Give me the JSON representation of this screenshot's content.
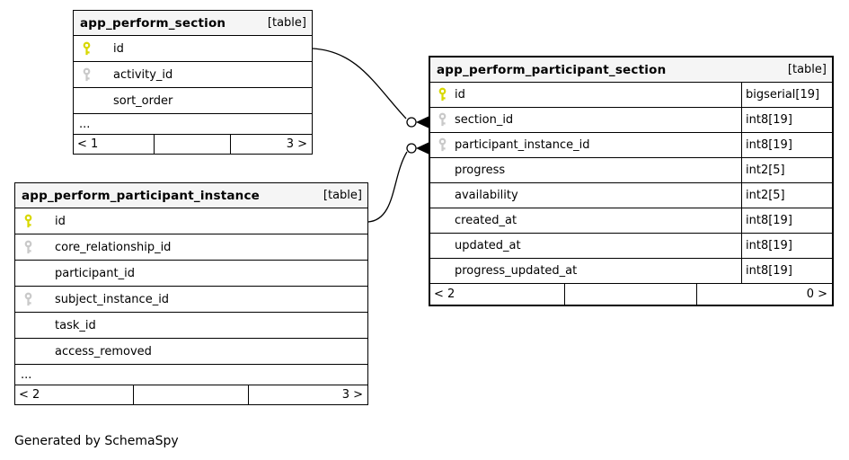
{
  "footer_note": "Generated by SchemaSpy",
  "colors": {
    "primary_key_icon": "#d8d800",
    "foreign_key_icon": "#c9c9c9",
    "header_background": "#f5f5f5",
    "border": "#000000",
    "background": "#ffffff"
  },
  "tables": [
    {
      "name": "app_perform_section",
      "tag": "[table]",
      "columns": [
        {
          "name": "id",
          "key": "primary"
        },
        {
          "name": "activity_id",
          "key": "foreign"
        },
        {
          "name": "sort_order",
          "key": "none"
        }
      ],
      "ellipsis": "...",
      "footer": {
        "left": "< 1",
        "middle": "",
        "right": "3 >"
      }
    },
    {
      "name": "app_perform_participant_instance",
      "tag": "[table]",
      "columns": [
        {
          "name": "id",
          "key": "primary"
        },
        {
          "name": "core_relationship_id",
          "key": "foreign"
        },
        {
          "name": "participant_id",
          "key": "none"
        },
        {
          "name": "subject_instance_id",
          "key": "foreign"
        },
        {
          "name": "task_id",
          "key": "none"
        },
        {
          "name": "access_removed",
          "key": "none"
        }
      ],
      "ellipsis": "...",
      "footer": {
        "left": "< 2",
        "middle": "",
        "right": "3 >"
      }
    },
    {
      "name": "app_perform_participant_section",
      "tag": "[table]",
      "columns": [
        {
          "name": "id",
          "type": "bigserial[19]",
          "key": "primary"
        },
        {
          "name": "section_id",
          "type": "int8[19]",
          "key": "foreign"
        },
        {
          "name": "participant_instance_id",
          "type": "int8[19]",
          "key": "foreign"
        },
        {
          "name": "progress",
          "type": "int2[5]",
          "key": "none"
        },
        {
          "name": "availability",
          "type": "int2[5]",
          "key": "none"
        },
        {
          "name": "created_at",
          "type": "int8[19]",
          "key": "none"
        },
        {
          "name": "updated_at",
          "type": "int8[19]",
          "key": "none"
        },
        {
          "name": "progress_updated_at",
          "type": "int8[19]",
          "key": "none"
        }
      ],
      "footer": {
        "left": "< 2",
        "middle": "",
        "right": "0 >"
      }
    }
  ],
  "relationships": [
    {
      "from_table": "app_perform_section",
      "from_column": "id",
      "to_table": "app_perform_participant_section",
      "to_column": "section_id"
    },
    {
      "from_table": "app_perform_participant_instance",
      "from_column": "id",
      "to_table": "app_perform_participant_section",
      "to_column": "participant_instance_id"
    }
  ]
}
